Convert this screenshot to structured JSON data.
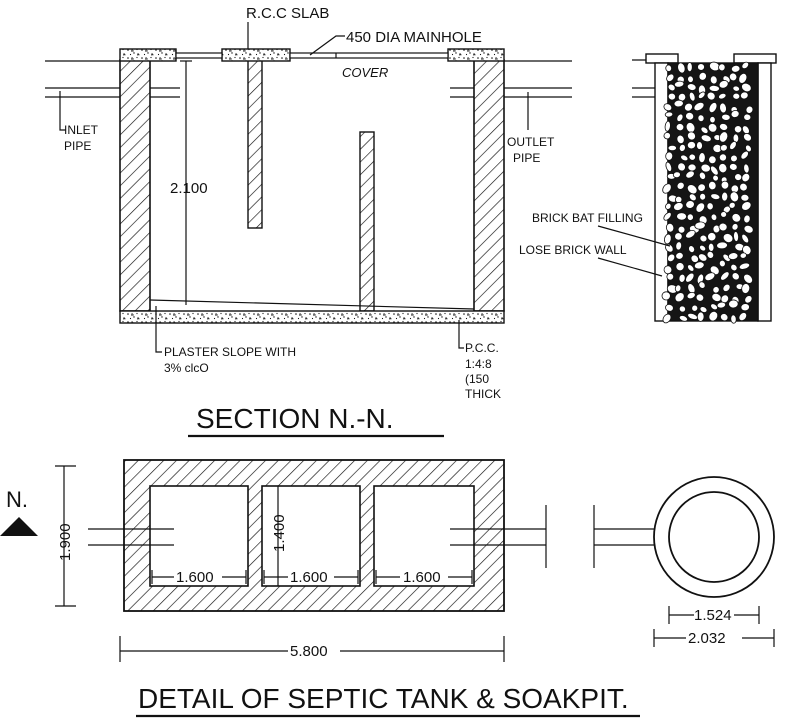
{
  "section": {
    "title": "SECTION N.-N.",
    "labels": {
      "slab": "R.C.C SLAB",
      "manhole": "450 DIA MAINHOLE",
      "cover": "COVER",
      "inlet_1": "INLET",
      "inlet_2": "PIPE",
      "outlet_1": "OUTLET",
      "outlet_2": "PIPE",
      "height": "2.100",
      "plaster_1": "PLASTER SLOPE WITH",
      "plaster_2": "3% clcO",
      "pcc_1": "P.C.C.",
      "pcc_2": "1:4:8",
      "pcc_3": "(150",
      "pcc_4": "THICK"
    }
  },
  "soakpit_section": {
    "labels": {
      "brick_bat": "BRICK BAT FILLING",
      "lose_brick": "LOSE BRICK WALL"
    }
  },
  "plan": {
    "title": "DETAIL OF  SEPTIC TANK & SOAKPIT.",
    "marker": "N.",
    "dims": {
      "height": "1.900",
      "inner_height": "1.400",
      "chamber_1": "1.600",
      "chamber_2": "1.600",
      "chamber_3": "1.600",
      "total": "5.800",
      "soak_inner": "1.524",
      "soak_outer": "2.032"
    }
  }
}
